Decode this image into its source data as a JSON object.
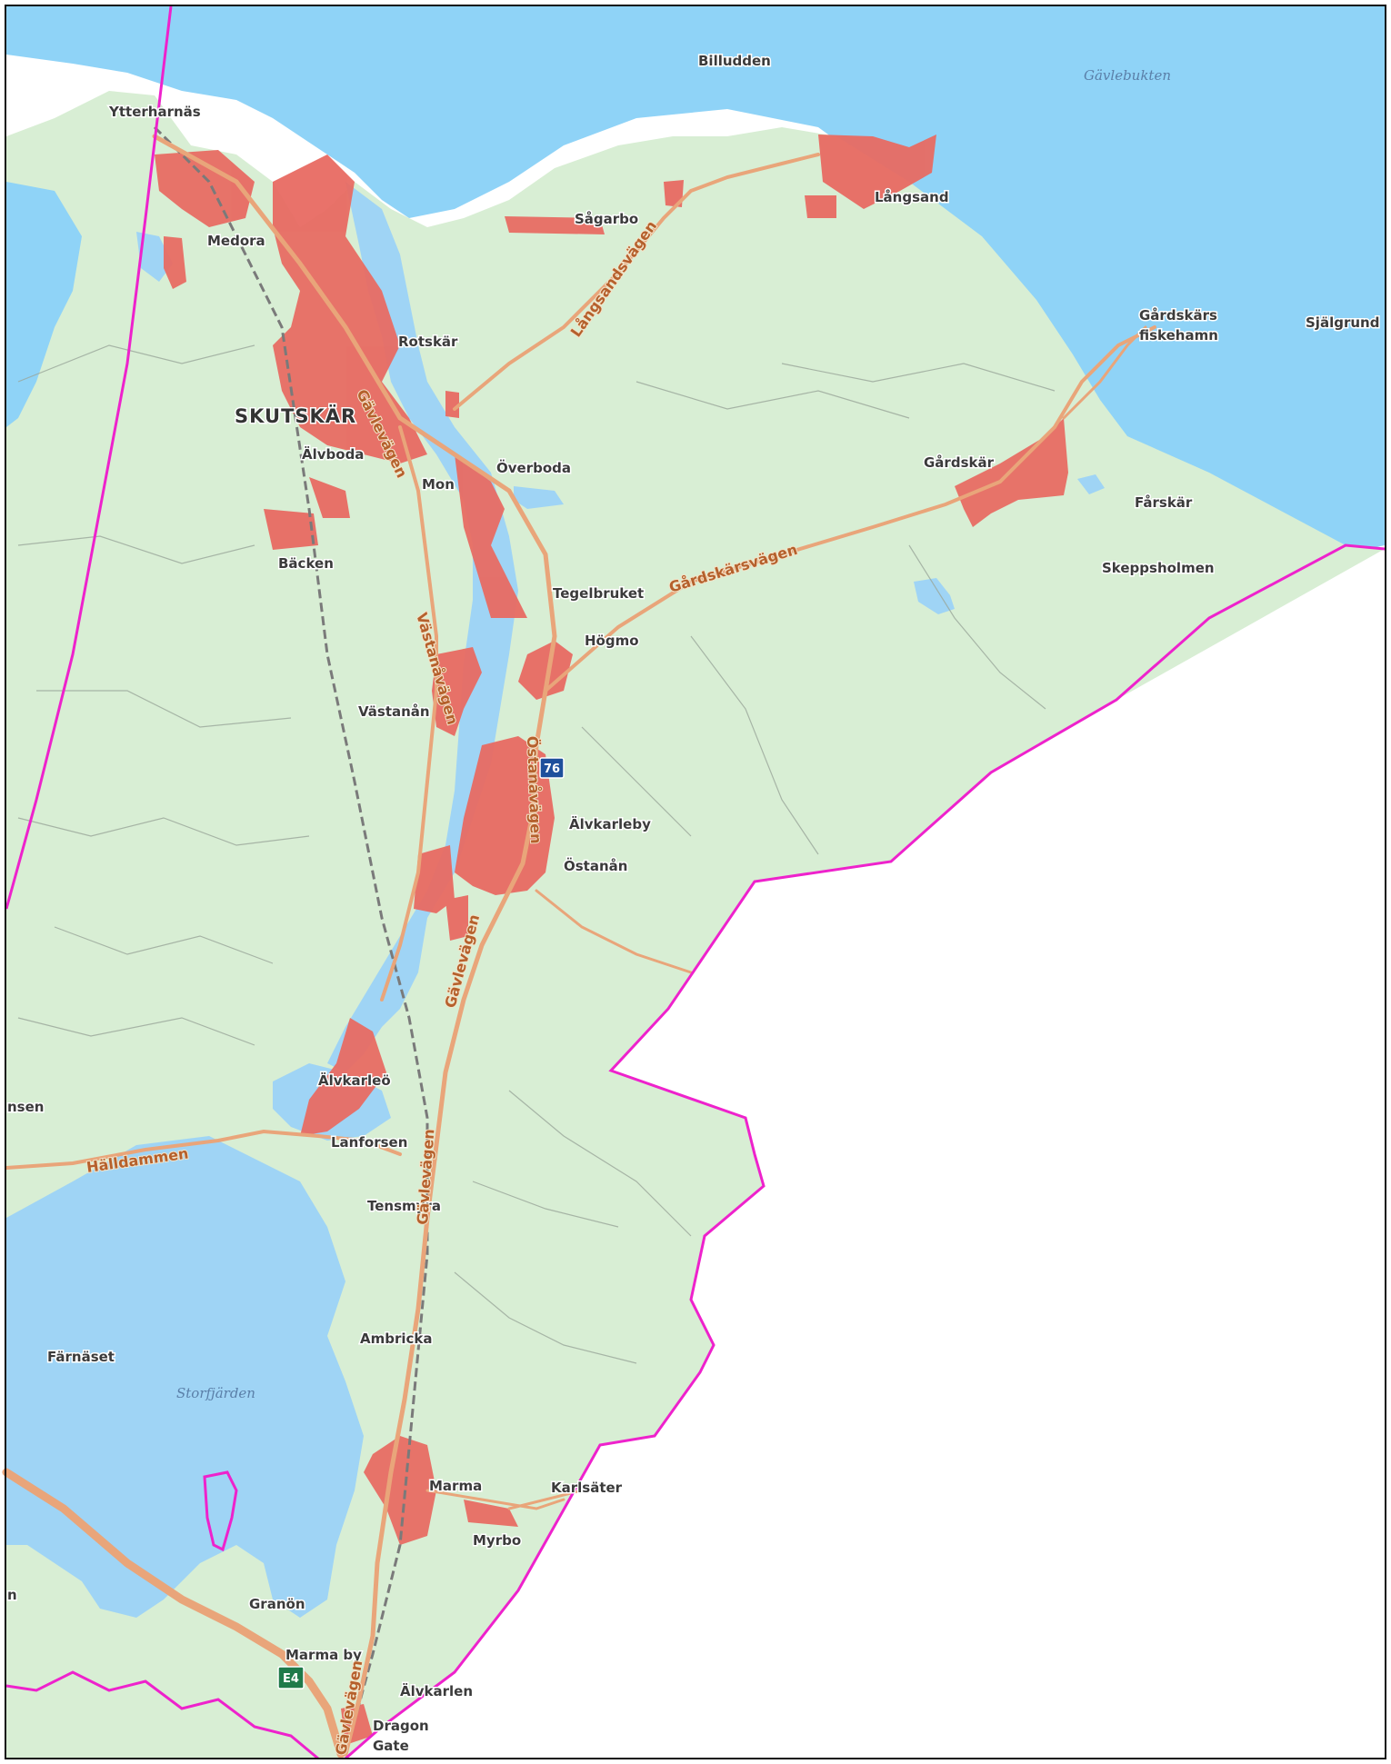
{
  "map": {
    "colors": {
      "land": "#d8eed4",
      "sea": "#8fd3f7",
      "lake": "#9fd4f5",
      "urban": "#e86b63",
      "road": "#e9a57a",
      "boundary": "#ee22cc",
      "rail": "#7a7a7a"
    },
    "place_labels": {
      "ytterharnas": "Ytterharnäs",
      "billudden": "Billudden",
      "medora": "Medora",
      "sagarbo": "Sågarbo",
      "langsand": "Långsand",
      "rotskar": "Rotskär",
      "gardskars_fiskehamn_1": "Gårdskärs",
      "gardskars_fiskehamn_2": "fiskehamn",
      "sjalgrund": "Själgrund",
      "skutskar": "SKUTSKÄR",
      "alvboda": "Älvboda",
      "overboda": "Överboda",
      "mon": "Mon",
      "gardskar": "Gårdskär",
      "farskar": "Fårskär",
      "backen": "Bäcken",
      "tegelbruket": "Tegelbruket",
      "skeppsholmen": "Skeppsholmen",
      "hogmo": "Högmo",
      "vastanan": "Västanån",
      "alvkarleby": "Älvkarleby",
      "ostanan": "Östanån",
      "alvkarleo": "Älvkarleö",
      "nsen": "nsen",
      "lanforsen": "Lanforsen",
      "tensmyra": "Tensmyra",
      "ambricka": "Ambricka",
      "farnaset": "Färnäset",
      "marma": "Marma",
      "karlsater": "Karlsäter",
      "myrbo": "Myrbo",
      "granon": "Granön",
      "n": "n",
      "marma_by": "Marma by",
      "alvkarlen": "Älvkarlen",
      "dragon": "Dragon",
      "gate": "Gate"
    },
    "water_labels": {
      "gavlebukten": "Gävlebukten",
      "storfjarden": "Storfjärden"
    },
    "road_labels": {
      "langsandsvagen": "Långsandsvägen",
      "gavlevagen_north": "Gävlevägen",
      "gardskarsvagen": "Gårdskärsvägen",
      "vastanavagen": "Västanåvägen",
      "ostanavagen": "Östanåvägen",
      "gavlevagen_mid": "Gävlevägen",
      "gavlevagen_south": "Gävlevägen",
      "hallldammen": "Hälldammen",
      "gavlevagen_bottom": "Gävlevägen"
    },
    "shields": {
      "road_76": "76",
      "road_e4": "E4"
    }
  }
}
